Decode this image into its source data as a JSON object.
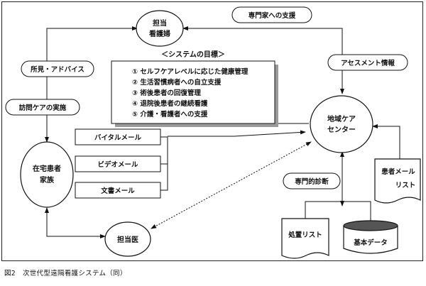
{
  "nodes": {
    "nurse_line1": "担当",
    "nurse_line2": "看護婦",
    "home_patient_line1": "在宅患者",
    "home_patient_line2": "家族",
    "doctor": "担当医",
    "center_line1": "地域ケア",
    "center_line2": "センター"
  },
  "labels": {
    "expert_support": "専門家への支援",
    "findings_advice": "所見・アドバイス",
    "home_care": "訪問ケアの実施",
    "assessment": "アセスメント情報",
    "specialist_diagnosis": "専門的診断"
  },
  "system_goals": {
    "title": "＜システムの目標＞",
    "items": [
      "① セルフケアレベルに応じた健康管理",
      "② 生活習慣病者への自立支援",
      "③ 術後患者の回復管理",
      "④ 退院後患者の継続看護",
      "⑤ 介護・看護者への支援"
    ]
  },
  "mail_types": [
    "バイタルメール",
    "ビデオメール",
    "文書メール"
  ],
  "documents": {
    "patient_mail_list_line1": "患者メール",
    "patient_mail_list_line2": "リスト",
    "treatment_list": "処置リスト",
    "basic_data": "基本データ"
  },
  "caption": "図2　次世代型遠隔看護システム（同）"
}
